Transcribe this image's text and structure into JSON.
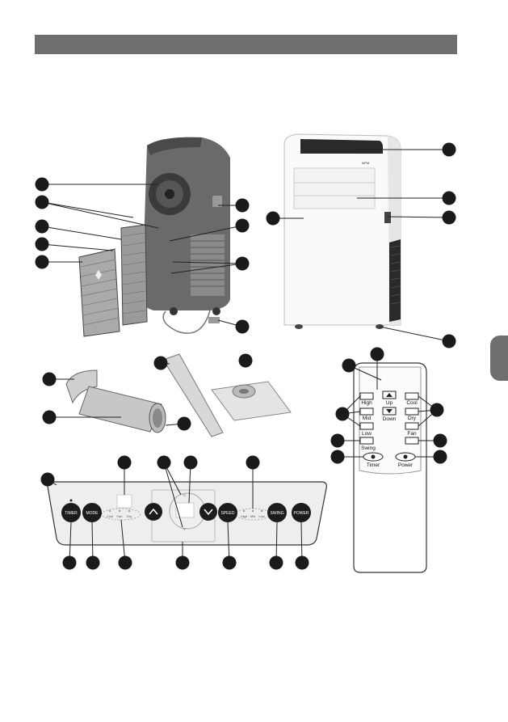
{
  "panel": {
    "buttons": [
      "TIMER",
      "MODE",
      "SPEED",
      "SWING",
      "POWER"
    ],
    "mode_leds": [
      "Cool",
      "Fan",
      "Dry"
    ],
    "speed_leds": [
      "High",
      "Mid",
      "Low"
    ],
    "unit_c": "°C",
    "unit_f": "°F"
  },
  "remote": {
    "high": "High",
    "mid": "Mid",
    "low": "Low",
    "up": "Up",
    "down": "Down",
    "cool": "Cool",
    "dry": "Dry",
    "fan": "Fan",
    "swing": "Swing",
    "timer": "Timer",
    "power": "Power"
  },
  "unit_brand": "MPM"
}
